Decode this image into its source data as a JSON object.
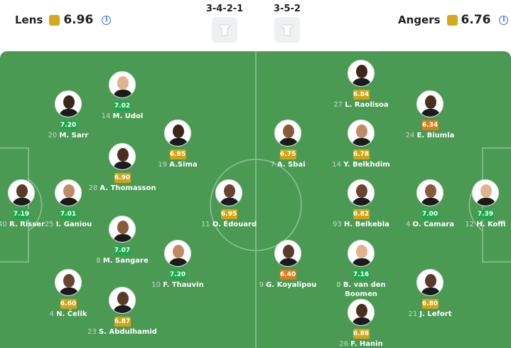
{
  "home": {
    "name": "Lens",
    "rating": "6.96",
    "formation": "3-4-2-1"
  },
  "away": {
    "name": "Angers",
    "rating": "6.76",
    "formation": "3-5-2"
  },
  "colors": {
    "pitch": "#4a9a54",
    "lines": "#8cc395",
    "green": "#1fa84b",
    "gold": "#d1a417",
    "orange": "#e07b1c",
    "brand_square": "#d4a81a"
  },
  "players": [
    {
      "number": "40",
      "name": "R. Risser",
      "rating": "7.19",
      "level": "green"
    },
    {
      "number": "20",
      "name": "M. Sarr",
      "rating": "7.20",
      "level": "green"
    },
    {
      "number": "25",
      "name": "I. Ganiou",
      "rating": "7.01",
      "level": "green"
    },
    {
      "number": "4",
      "name": "N. Čelik",
      "rating": "6.60",
      "level": "gold"
    },
    {
      "number": "14",
      "name": "M. Udol",
      "rating": "7.02",
      "level": "green"
    },
    {
      "number": "28",
      "name": "A. Thomasson",
      "rating": "6.90",
      "level": "gold"
    },
    {
      "number": "8",
      "name": "M. Sangare",
      "rating": "7.07",
      "level": "green"
    },
    {
      "number": "23",
      "name": "S. Abdulhamid",
      "rating": "6.87",
      "level": "gold"
    },
    {
      "number": "19",
      "name": "A.Sima",
      "rating": "6.85",
      "level": "gold"
    },
    {
      "number": "10",
      "name": "F. Thauvin",
      "rating": "7.20",
      "level": "green"
    },
    {
      "number": "11",
      "name": "O. Édouard",
      "rating": "6.95",
      "level": "gold"
    },
    {
      "number": "12",
      "name": "H. Koffi",
      "rating": "7.39",
      "level": "green"
    },
    {
      "number": "24",
      "name": "E. Biumla",
      "rating": "6.34",
      "level": "orange"
    },
    {
      "number": "4",
      "name": "O. Camara",
      "rating": "7.00",
      "level": "green"
    },
    {
      "number": "21",
      "name": "J. Lefort",
      "rating": "6.80",
      "level": "gold"
    },
    {
      "number": "27",
      "name": "L. Raolisoa",
      "rating": "6.84",
      "level": "gold"
    },
    {
      "number": "14",
      "name": "Y. Belkhdim",
      "rating": "6.78",
      "level": "gold"
    },
    {
      "number": "93",
      "name": "H. Belkebla",
      "rating": "6.82",
      "level": "gold"
    },
    {
      "number": "8",
      "name": "B. van den Boomen",
      "rating": "7.16",
      "level": "green"
    },
    {
      "number": "26",
      "name": "F. Hanin",
      "rating": "6.88",
      "level": "gold"
    },
    {
      "number": "7",
      "name": "A. Sbai",
      "rating": "6.75",
      "level": "gold"
    },
    {
      "number": "9",
      "name": "G. Koyalipou",
      "rating": "6.40",
      "level": "orange"
    }
  ]
}
